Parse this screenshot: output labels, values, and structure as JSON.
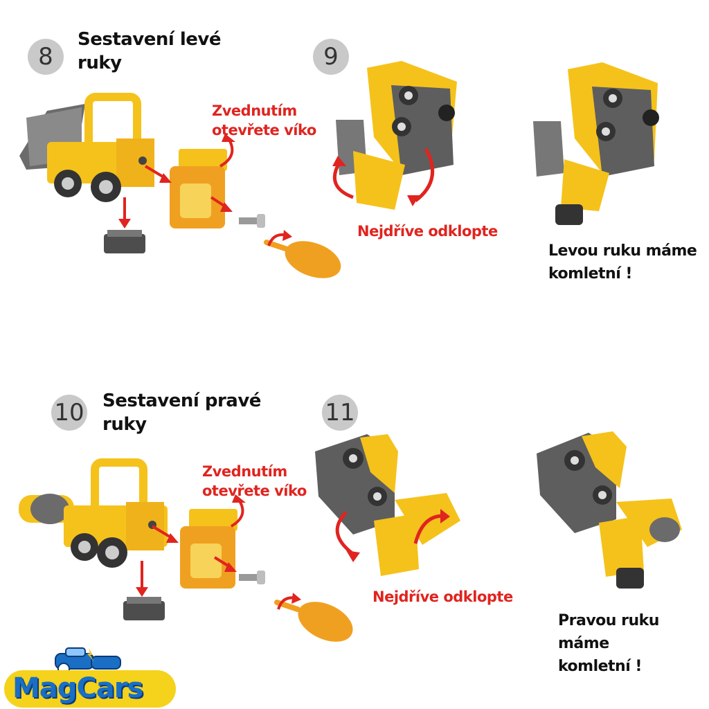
{
  "steps": {
    "s8": {
      "number": "8",
      "title_line1": "Sestavení levé",
      "title_line2": "ruky"
    },
    "s9": {
      "number": "9"
    },
    "s10": {
      "number": "10",
      "title_line1": "Sestavení pravé",
      "title_line2": "ruky"
    },
    "s11": {
      "number": "11"
    }
  },
  "labels": {
    "lift_line1": "Zvednutím",
    "lift_line2": "otevřete víko",
    "first_flip": "Nejdříve odklopte",
    "left_done_line1": "Levou ruku máme",
    "left_done_line2": "komletní !",
    "right_done_line1": "Pravou ruku máme",
    "right_done_line2": "komletní !"
  },
  "logo": {
    "text": "MagCars"
  },
  "colors": {
    "toy_yellow": "#f5c21b",
    "toy_orange": "#f0a020",
    "toy_gray": "#5e5e5e",
    "arrow_red": "#e0241f",
    "badge_gray": "#c9c9c9"
  }
}
